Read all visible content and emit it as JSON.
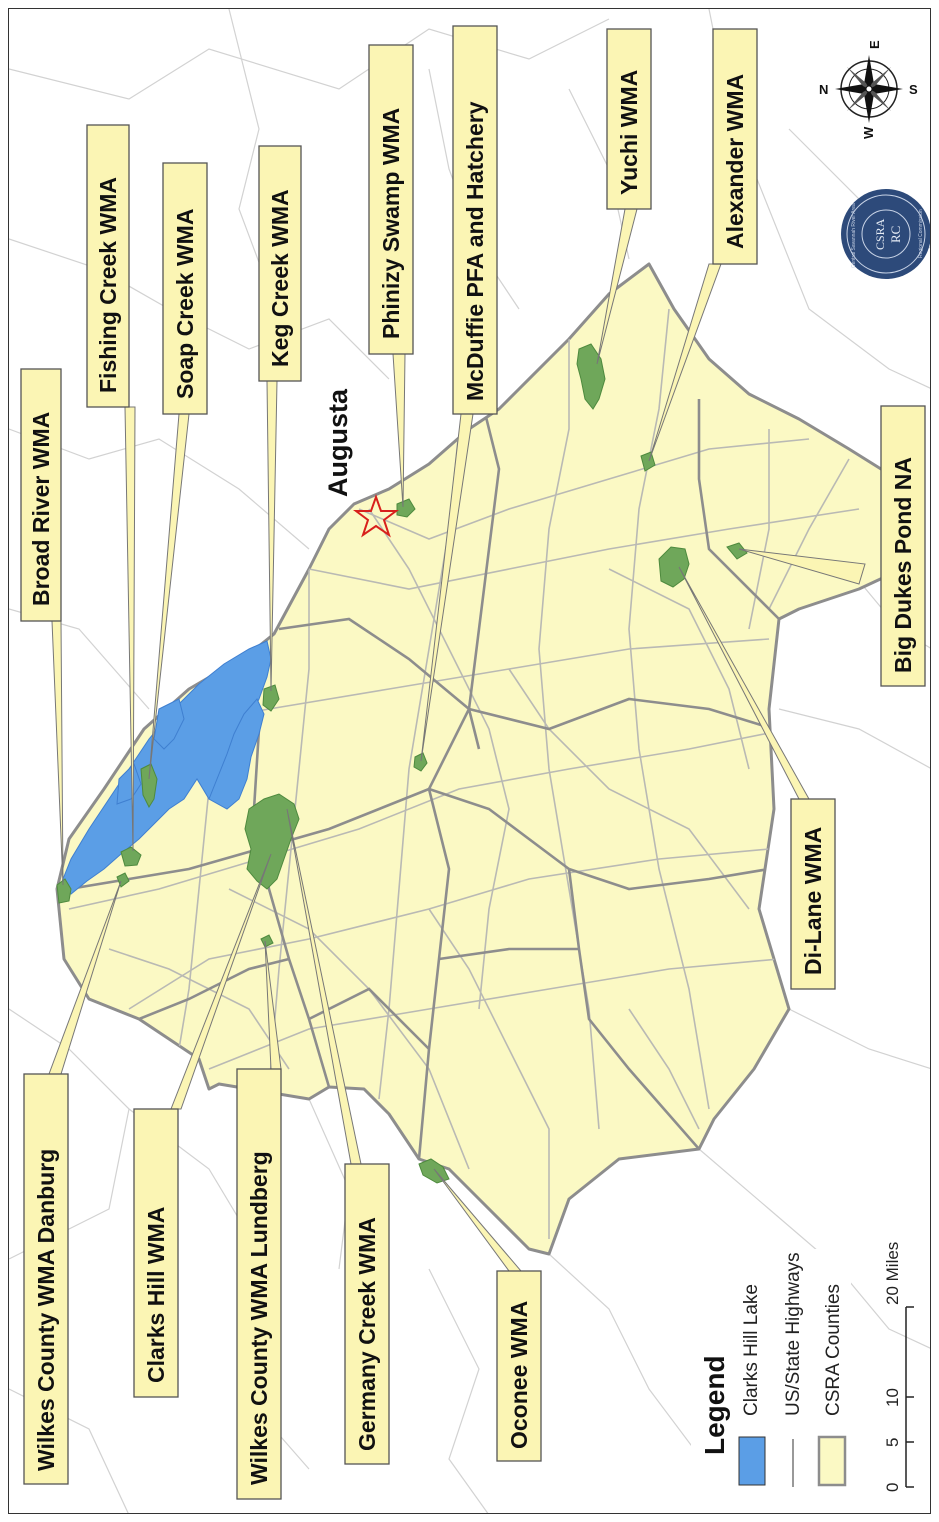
{
  "city": "Augusta",
  "labels": {
    "broad_river": "Broad River WMA",
    "fishing_creek": "Fishing Creek WMA",
    "soap_creek": "Soap Creek WMA",
    "keg_creek": "Keg Creek WMA",
    "phinizy": "Phinizy Swamp WMA",
    "mcduffie": "McDuffie PFA and Hatchery",
    "yuchi": "Yuchi WMA",
    "alexander": "Alexander WMA",
    "big_dukes": "Big Dukes Pond NA",
    "di_lane": "Di-Lane WMA",
    "oconee": "Oconee WMA",
    "germany_creek": "Germany Creek WMA",
    "wilkes_lundberg": "Wilkes County WMA Lundberg",
    "clarks_hill": "Clarks Hill WMA",
    "wilkes_danburg": "Wilkes County WMA Danburg"
  },
  "legend": {
    "title": "Legend",
    "items": [
      {
        "label": "Clarks Hill Lake",
        "color": "#5b9ee6"
      },
      {
        "label": "US/State Highways",
        "color": "#b9b9b4"
      },
      {
        "label": "CSRA Counties",
        "color": "#fbf9c4"
      }
    ]
  },
  "scale": {
    "ticks": [
      "0",
      "5",
      "10",
      "20 Miles"
    ]
  },
  "compass": {
    "north": "N",
    "east": "E",
    "south": "S",
    "west": "W"
  },
  "seal": {
    "top_text": "Central Savannah River Area",
    "bottom_text": "Regional Commission",
    "center_top": "CSRA",
    "center_bottom": "RC"
  },
  "colors": {
    "county_fill": "#fbf9c4",
    "wma_fill": "#6fa75a",
    "lake_fill": "#5b9ee6",
    "label_box": "#fbf5b4",
    "city_star": "#d8201c",
    "seal": "#2d4a7a"
  }
}
